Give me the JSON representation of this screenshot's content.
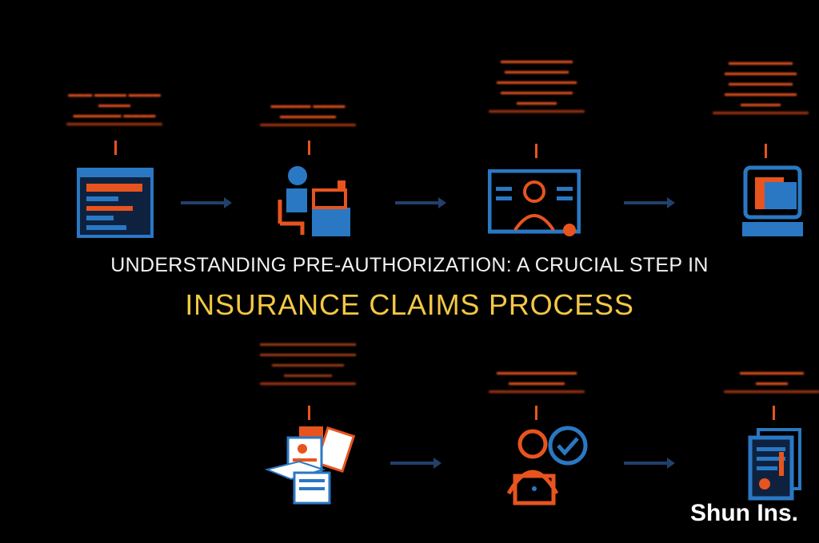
{
  "title": {
    "line1": "UNDERSTANDING PRE-AUTHORIZATION: A CRUCIAL STEP IN",
    "line2": "INSURANCE CLAIMS PROCESS"
  },
  "watermark": "Shun Ins.",
  "colors": {
    "accent_orange": "#e8541e",
    "accent_blue": "#2a78c4",
    "arrow_navy": "#22406b",
    "title_yellow": "#f3c845"
  },
  "icons": [
    "laptop-form-icon",
    "person-at-desk-icon",
    "doctor-on-screen-icon",
    "document-folder-icon",
    "claim-documents-box-icon",
    "person-with-checkmark-icon",
    "approved-document-icon"
  ]
}
